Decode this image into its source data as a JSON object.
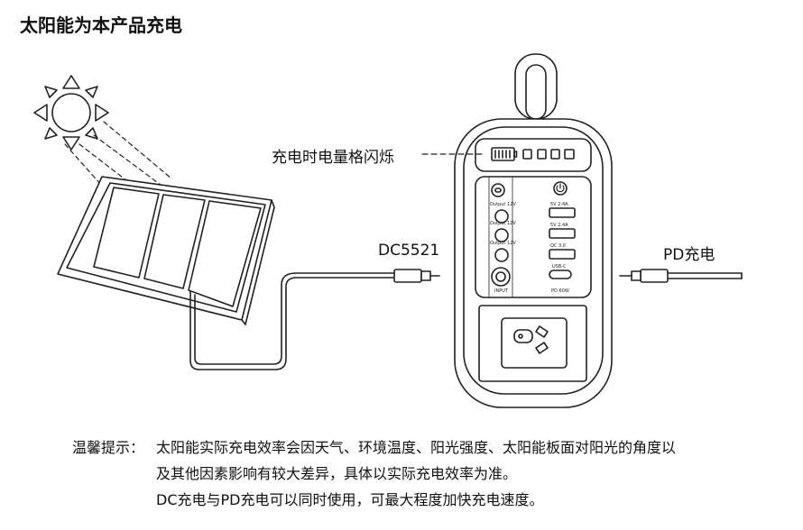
{
  "title": "太阳能为本产品充电",
  "labels": {
    "indicator": "充电时电量格闪烁",
    "dc_port": "DC5521",
    "pd_port": "PD充电"
  },
  "device": {
    "output_1": "Output 12V",
    "output_2": "Output 12V",
    "output_3": "Output 12V",
    "input": "INPUT",
    "usb_1": "5V 2.4A",
    "usb_2": "5V 2.4A",
    "usb_3": "QC 3.0",
    "usb_c": "USB-C",
    "pd_rating": "PD 60W"
  },
  "tip": {
    "lead": "温馨提示：",
    "line1": "太阳能实际充电效率会因天气、环境温度、阳光强度、太阳能板面对阳光的角度以",
    "line2": "及其他因素影响有较大差异，具体以实际充电效率为准。",
    "line3": "DC充电与PD充电可以同时使用，可最大程度加快充电速度。"
  }
}
